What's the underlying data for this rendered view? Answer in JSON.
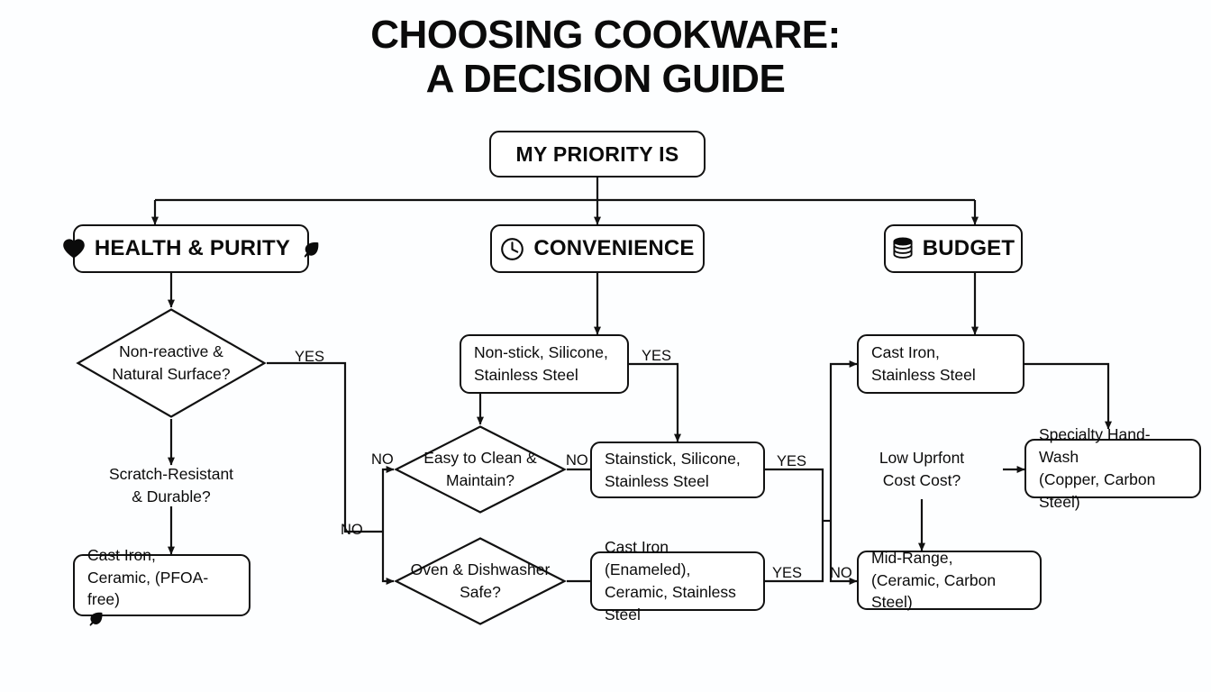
{
  "title": {
    "line1": "CHOOSING COOKWARE:",
    "line2": "A DECISION GUIDE"
  },
  "colors": {
    "background": "#fdfeff",
    "ink": "#111111",
    "node_fill": "#ffffff",
    "text": "#0b0b0b"
  },
  "root": {
    "label": "MY PRIORITY IS"
  },
  "categories": [
    {
      "id": "health",
      "label": "HEALTH & PURITY",
      "icon": "heart-icon",
      "trailing_icon": "leaf-icon"
    },
    {
      "id": "convenience",
      "label": "CONVENIENCE",
      "icon": "clock-icon",
      "trailing_icon": ""
    },
    {
      "id": "budget",
      "label": "BUDGET",
      "icon": "coins-stack-icon",
      "trailing_icon": ""
    }
  ],
  "health_branch": {
    "decision_1": {
      "line1": "Non-reactive &",
      "line2": "Natural Surface?"
    },
    "question_2": {
      "line1": "Scratch-Resistant",
      "line2": "& Durable?"
    },
    "outcome": {
      "line1": "Cast Iron,",
      "line2": "Ceramic, (PFOA-free)",
      "trailing_icon": "leaf-icon"
    }
  },
  "convenience_branch": {
    "option_1": {
      "line1": "Non-stick, Silicone,",
      "line2": "Stainless Steel"
    },
    "decision_1": {
      "line1": "Easy to Clean &",
      "line2": "Maintain?"
    },
    "decision_2": {
      "line1": "Oven & Dishwasher",
      "line2": "Safe?"
    },
    "outcome_1": {
      "line1": "Stainstick, Silicone,",
      "line2": "Stainless Steel"
    },
    "outcome_2": {
      "line1": "Cast Iron (Enameled),",
      "line2": "Ceramic, Stainless Steel"
    }
  },
  "budget_branch": {
    "option_1": {
      "line1": "Cast Iron,",
      "line2": "Stainless Steel"
    },
    "question": {
      "line1": "Low Uprfont",
      "line2": "Cost Cost?"
    },
    "outcome_1": {
      "line1": "Specialty Hand-Wash",
      "line2": "(Copper, Carbon Steel)"
    },
    "outcome_2": {
      "line1": "Mid-Range,",
      "line2": "(Ceramic, Carbon Steel)"
    }
  },
  "edge_labels": {
    "health_yes": "YES",
    "health_no": "NO",
    "clean_no_in": "NO",
    "clean_no_out": "NO",
    "clean_yes": "YES",
    "oven_yes": "YES",
    "budget_no": "NO"
  }
}
